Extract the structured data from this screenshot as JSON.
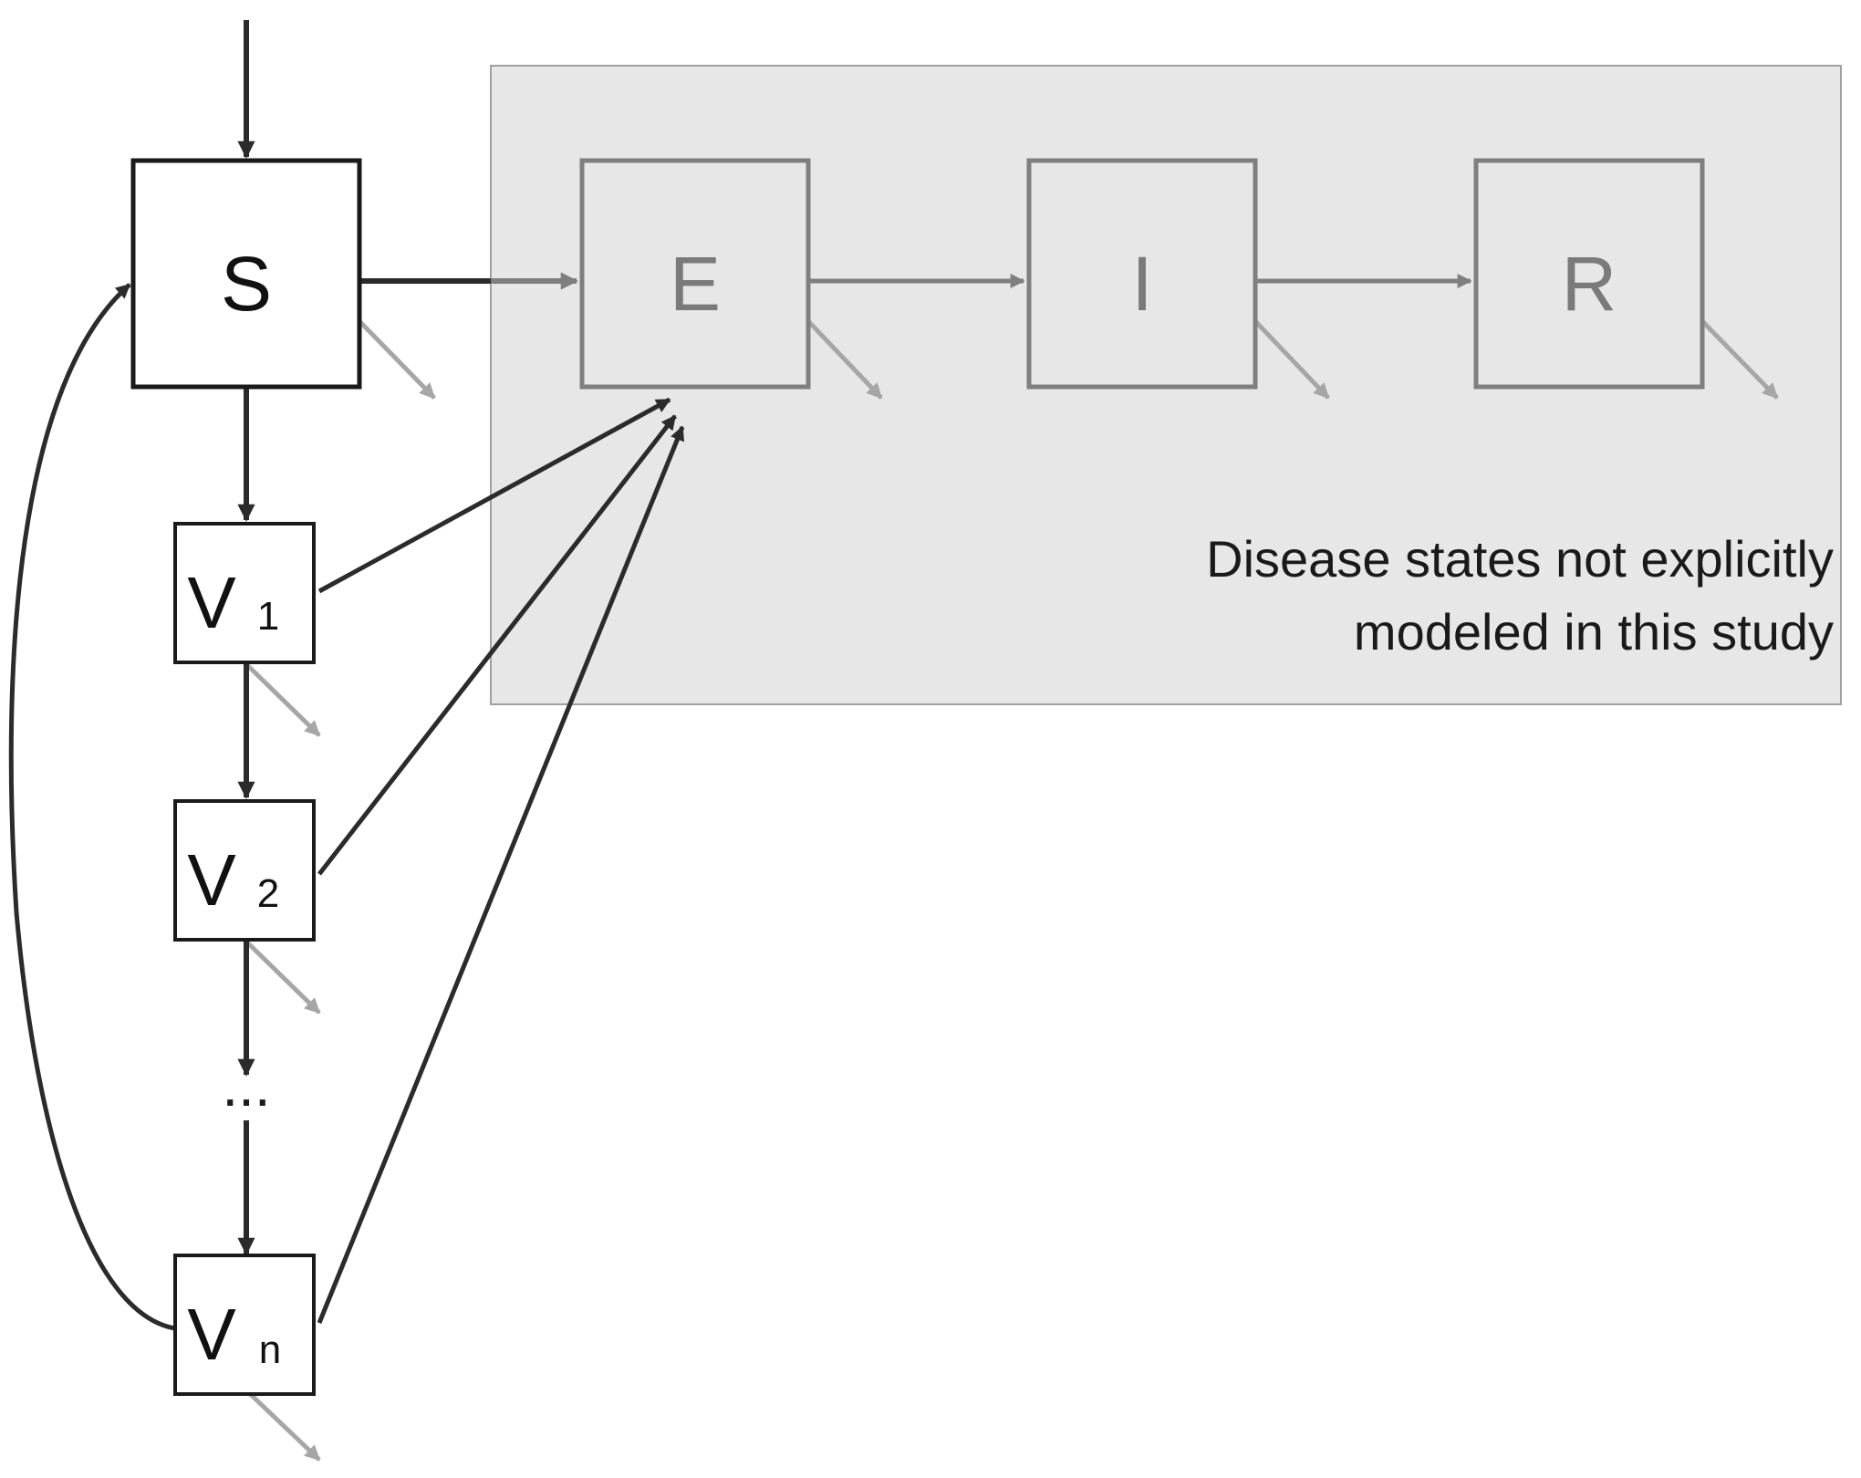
{
  "diagram": {
    "nodes": {
      "S": {
        "label": "S",
        "sub": ""
      },
      "E": {
        "label": "E",
        "sub": ""
      },
      "I": {
        "label": "I",
        "sub": ""
      },
      "R": {
        "label": "R",
        "sub": ""
      },
      "V1": {
        "label": "V",
        "sub": "1"
      },
      "V2": {
        "label": "V",
        "sub": "2"
      },
      "Vn": {
        "label": "V",
        "sub": "n"
      }
    },
    "ellipsis": "...",
    "note": {
      "line1": "Disease states not explicitly",
      "line2": "modeled in this study"
    },
    "edges": [
      {
        "from": "",
        "to": "S"
      },
      {
        "from": "S",
        "to": "E"
      },
      {
        "from": "E",
        "to": "I"
      },
      {
        "from": "I",
        "to": "R"
      },
      {
        "from": "S",
        "to": "V1"
      },
      {
        "from": "V1",
        "to": "V2"
      },
      {
        "from": "V2",
        "to": "..."
      },
      {
        "from": "...",
        "to": "Vn"
      },
      {
        "from": "V1",
        "to": "E"
      },
      {
        "from": "V2",
        "to": "E"
      },
      {
        "from": "Vn",
        "to": "E"
      },
      {
        "from": "Vn",
        "to": "S"
      }
    ],
    "colors": {
      "dark_stroke": "#2b2b2b",
      "dim_stroke": "#7f7f7f",
      "outflow_arrow": "#a6a6a6",
      "region_fill": "#e6e7e6",
      "region_stroke": "#a0a0a0"
    }
  }
}
